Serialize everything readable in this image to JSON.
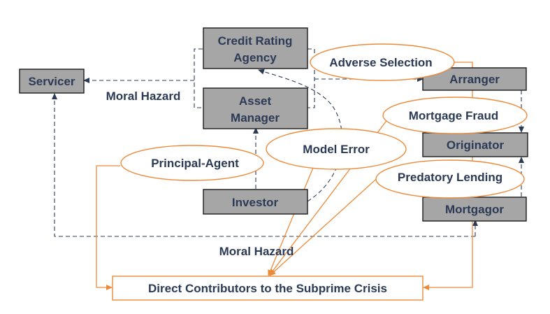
{
  "nodes": {
    "servicer": "Servicer",
    "credit_rating_agency": [
      "Credit Rating",
      "Agency"
    ],
    "asset_manager": [
      "Asset",
      "Manager"
    ],
    "investor": "Investor",
    "arranger": "Arranger",
    "originator": "Originator",
    "mortgagor": "Mortgagor",
    "contributors": "Direct Contributors to the Subprime Crisis"
  },
  "labels": {
    "moral_hazard_top": "Moral Hazard",
    "moral_hazard_bottom": "Moral Hazard"
  },
  "ellipses": {
    "adverse_selection": "Adverse Selection",
    "mortgage_fraud": "Mortgage Fraud",
    "model_error": "Model Error",
    "principal_agent": "Principal-Agent",
    "predatory_lending": "Predatory Lending"
  },
  "colors": {
    "box_fill": "#a6a6a6",
    "text": "#2b3a55",
    "accent": "#ed8a3a"
  }
}
